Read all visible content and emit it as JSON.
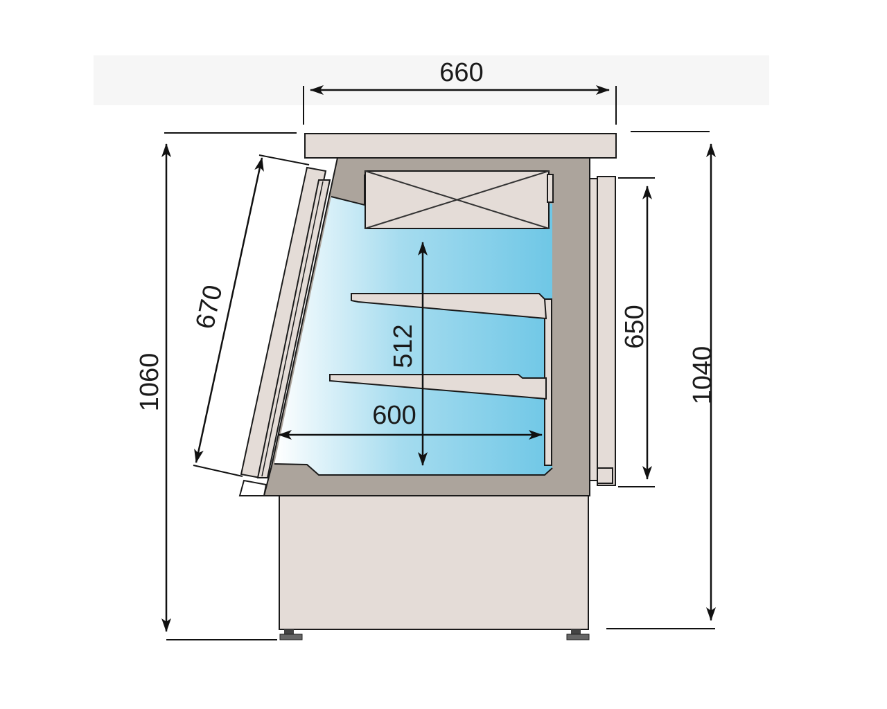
{
  "colors": {
    "panel": "#e4dcd7",
    "wall": "#aca49c",
    "glass_blue": "#7fcde8",
    "outline": "#1a1a1a",
    "background": "#ffffff"
  },
  "dimensions": {
    "top_width": "660",
    "glass_length": "670",
    "total_height_front": "1060",
    "total_height_back": "1040",
    "door_height": "650",
    "shelf_spacing": "512",
    "inner_depth": "600"
  }
}
